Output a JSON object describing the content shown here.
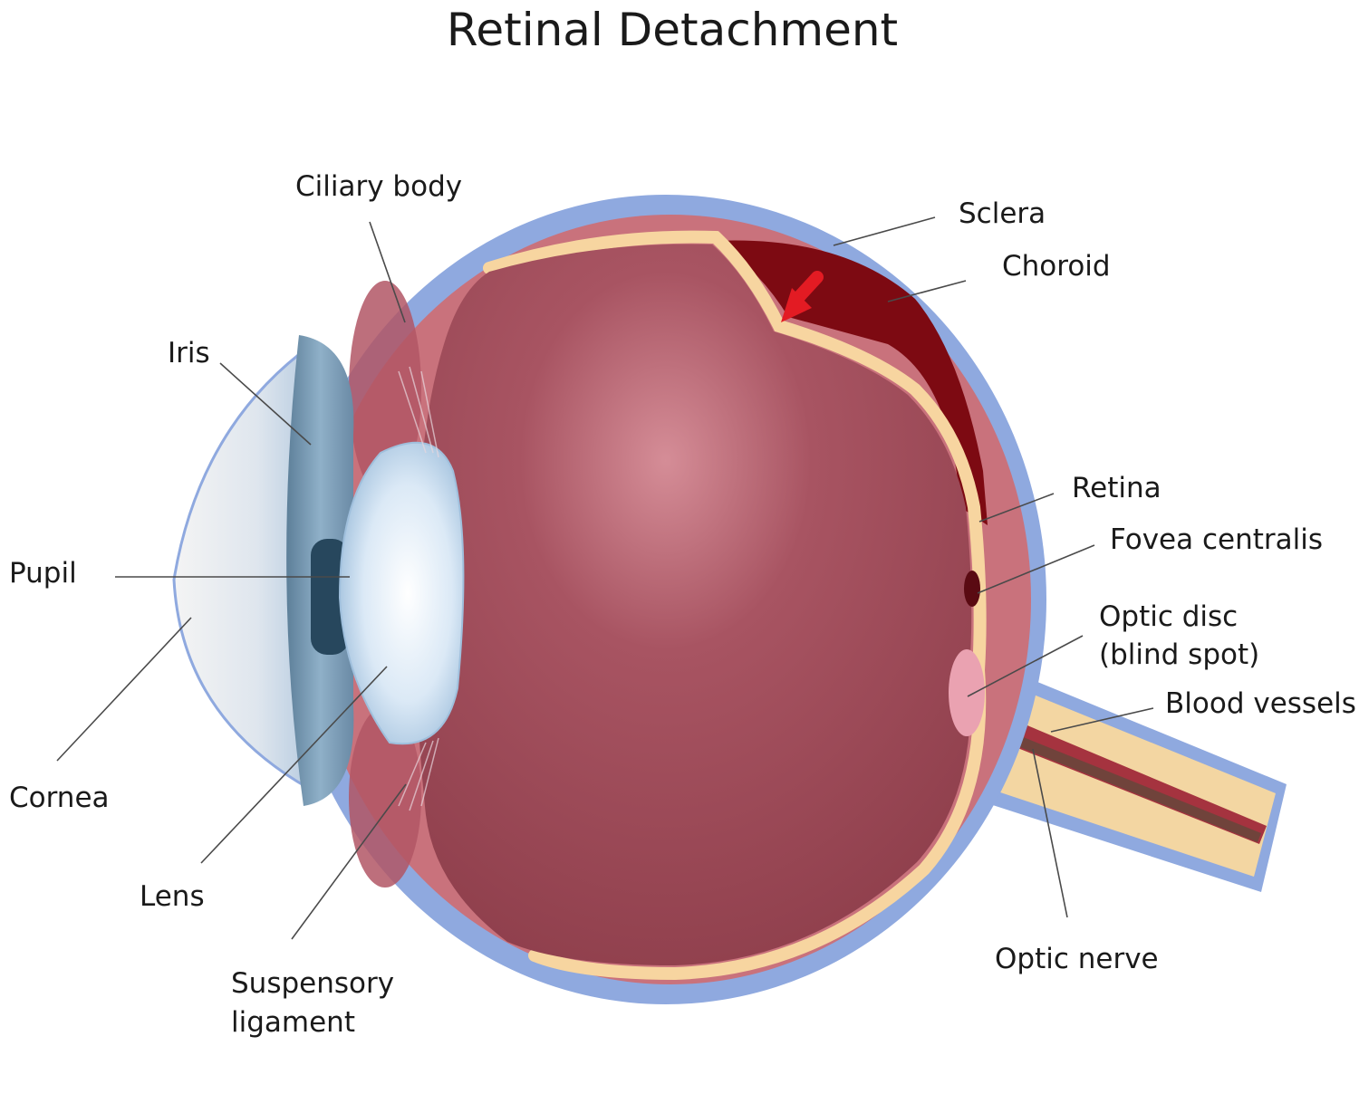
{
  "title": "Retinal Detachment",
  "labels": {
    "ciliary_body": "Ciliary body",
    "sclera": "Sclera",
    "choroid": "Choroid",
    "iris": "Iris",
    "pupil": "Pupil",
    "cornea": "Cornea",
    "lens": "Lens",
    "suspensory_line1": "Suspensory",
    "suspensory_line2": "ligament",
    "retina": "Retina",
    "fovea": "Fovea centralis",
    "optic_disc_line1": "Optic disc",
    "optic_disc_line2": "(blind spot)",
    "blood_vessels": "Blood vessels",
    "optic_nerve": "Optic nerve"
  },
  "colors": {
    "sclera": "#8fa9df",
    "choroid": "#c9727c",
    "retina": "#f7d5a0",
    "vitreous": "#94434f",
    "detachment": "#7d0a12",
    "arrow": "#e31b23",
    "cornea": "#e9eef4",
    "iris": "#6e90a8",
    "lens": "#d7e8f7"
  }
}
